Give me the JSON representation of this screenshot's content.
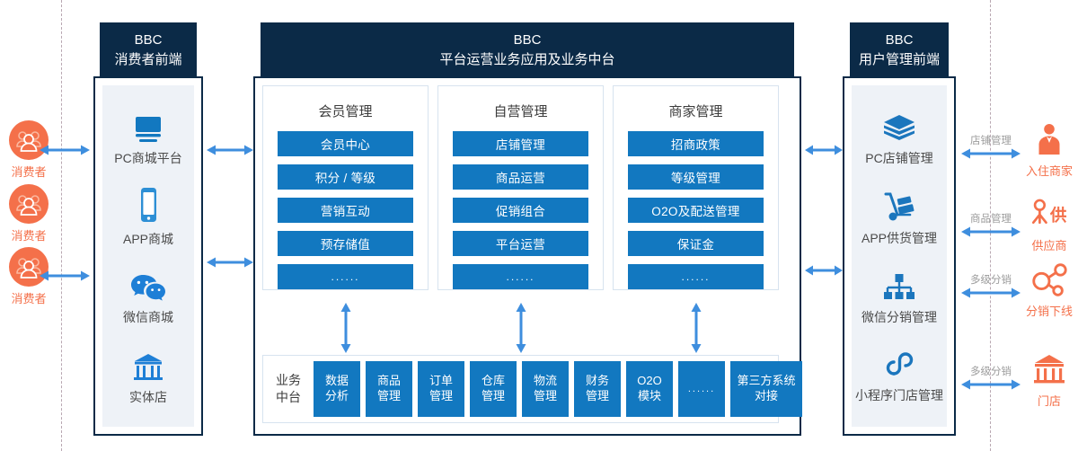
{
  "left_actors": [
    {
      "label": "消费者",
      "icon": "users-circle-icon"
    },
    {
      "label": "消费者",
      "icon": "users-circle-icon"
    },
    {
      "label": "消费者",
      "icon": "users-circle-icon"
    }
  ],
  "left_panel": {
    "header": {
      "line1": "BBC",
      "line2": "消费者前端"
    },
    "items": [
      {
        "label": "PC商城平台",
        "icon": "monitor-icon"
      },
      {
        "label": "APP商城",
        "icon": "smartphone-icon"
      },
      {
        "label": "微信商城",
        "icon": "wechat-icon"
      },
      {
        "label": "实体店",
        "icon": "storefront-icon"
      }
    ]
  },
  "center_panel": {
    "header": {
      "line1": "BBC",
      "line2": "平台运营业务应用及业务中台"
    },
    "cards": [
      {
        "title": "会员管理",
        "items": [
          "会员中心",
          "积分 / 等级",
          "营销互动",
          "预存储值",
          "......"
        ]
      },
      {
        "title": "自营管理",
        "items": [
          "店铺管理",
          "商品运营",
          "促销组合",
          "平台运营",
          "......"
        ]
      },
      {
        "title": "商家管理",
        "items": [
          "招商政策",
          "等级管理",
          "O2O及配送管理",
          "保证金",
          "......"
        ]
      }
    ],
    "platform_strip": {
      "label": "业务中台",
      "label_line1": "业务",
      "label_line2": "中台",
      "cells": [
        {
          "line1": "数据",
          "line2": "分析",
          "width": "w1"
        },
        {
          "line1": "商品",
          "line2": "管理",
          "width": "w1"
        },
        {
          "line1": "订单",
          "line2": "管理",
          "width": "w1"
        },
        {
          "line1": "仓库",
          "line2": "管理",
          "width": "w1"
        },
        {
          "line1": "物流",
          "line2": "管理",
          "width": "w1"
        },
        {
          "line1": "财务",
          "line2": "管理",
          "width": "w1"
        },
        {
          "line1": "O2O",
          "line2": "模块",
          "width": "w1"
        },
        {
          "line1": "......",
          "line2": "",
          "width": "w1"
        },
        {
          "line1": "第三方系统",
          "line2": "对接",
          "width": "w2"
        }
      ]
    }
  },
  "right_panel": {
    "header": {
      "line1": "BBC",
      "line2": "用户管理前端"
    },
    "items": [
      {
        "label": "PC店铺管理",
        "icon": "layers-icon"
      },
      {
        "label": "APP供货管理",
        "icon": "hand-truck-icon"
      },
      {
        "label": "微信分销管理",
        "icon": "org-tree-icon"
      },
      {
        "label": "小程序门店管理",
        "icon": "miniprogram-icon"
      }
    ]
  },
  "right_actors": [
    {
      "label": "入住商家",
      "icon": "merchant-person-icon",
      "connector": "店铺管理"
    },
    {
      "label": "供应商",
      "icon": "supplier-icon",
      "connector": "商品管理"
    },
    {
      "label": "分销下线",
      "icon": "share-nodes-icon",
      "connector": "多级分销"
    },
    {
      "label": "门店",
      "icon": "store-icon",
      "connector": "多级分销"
    }
  ],
  "colors": {
    "navy": "#0b2a47",
    "blue": "#1278c0",
    "arrow_blue": "#3e8ede",
    "orange": "#f4704a",
    "panel_fill": "#eef2f7",
    "gray_text": "#9b9b9b",
    "dash": "#b9a8b2"
  }
}
